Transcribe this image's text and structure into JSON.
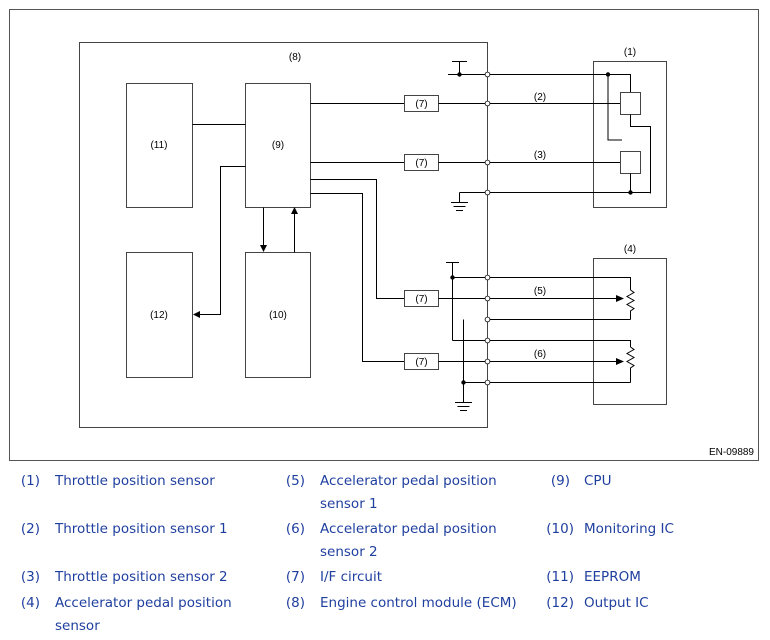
{
  "diagram": {
    "figure_id": "EN-09889",
    "block_labels": {
      "ecm": "(8)",
      "cpu": "(9)",
      "monitoring_ic": "(10)",
      "eeprom": "(11)",
      "output_ic": "(12)",
      "throttle_sensor": "(1)",
      "accel_sensor": "(4)",
      "if_circuit": "(7)",
      "tps1_line": "(2)",
      "tps2_line": "(3)",
      "apps1_line": "(5)",
      "apps2_line": "(6)"
    }
  },
  "legend": [
    {
      "num": "(1)",
      "text": "Throttle position sensor"
    },
    {
      "num": "(2)",
      "text": "Throttle position sensor 1"
    },
    {
      "num": "(3)",
      "text": "Throttle position sensor 2"
    },
    {
      "num": "(4)",
      "text": "Accelerator pedal position sensor"
    },
    {
      "num": "(5)",
      "text": "Accelerator pedal position sensor 1"
    },
    {
      "num": "(6)",
      "text": "Accelerator pedal position sensor 2"
    },
    {
      "num": "(7)",
      "text": "I/F circuit"
    },
    {
      "num": "(8)",
      "text": "Engine control module (ECM)"
    },
    {
      "num": "(9)",
      "text": "CPU"
    },
    {
      "num": "(10)",
      "text": "Monitoring IC"
    },
    {
      "num": "(11)",
      "text": "EEPROM"
    },
    {
      "num": "(12)",
      "text": "Output IC"
    }
  ]
}
